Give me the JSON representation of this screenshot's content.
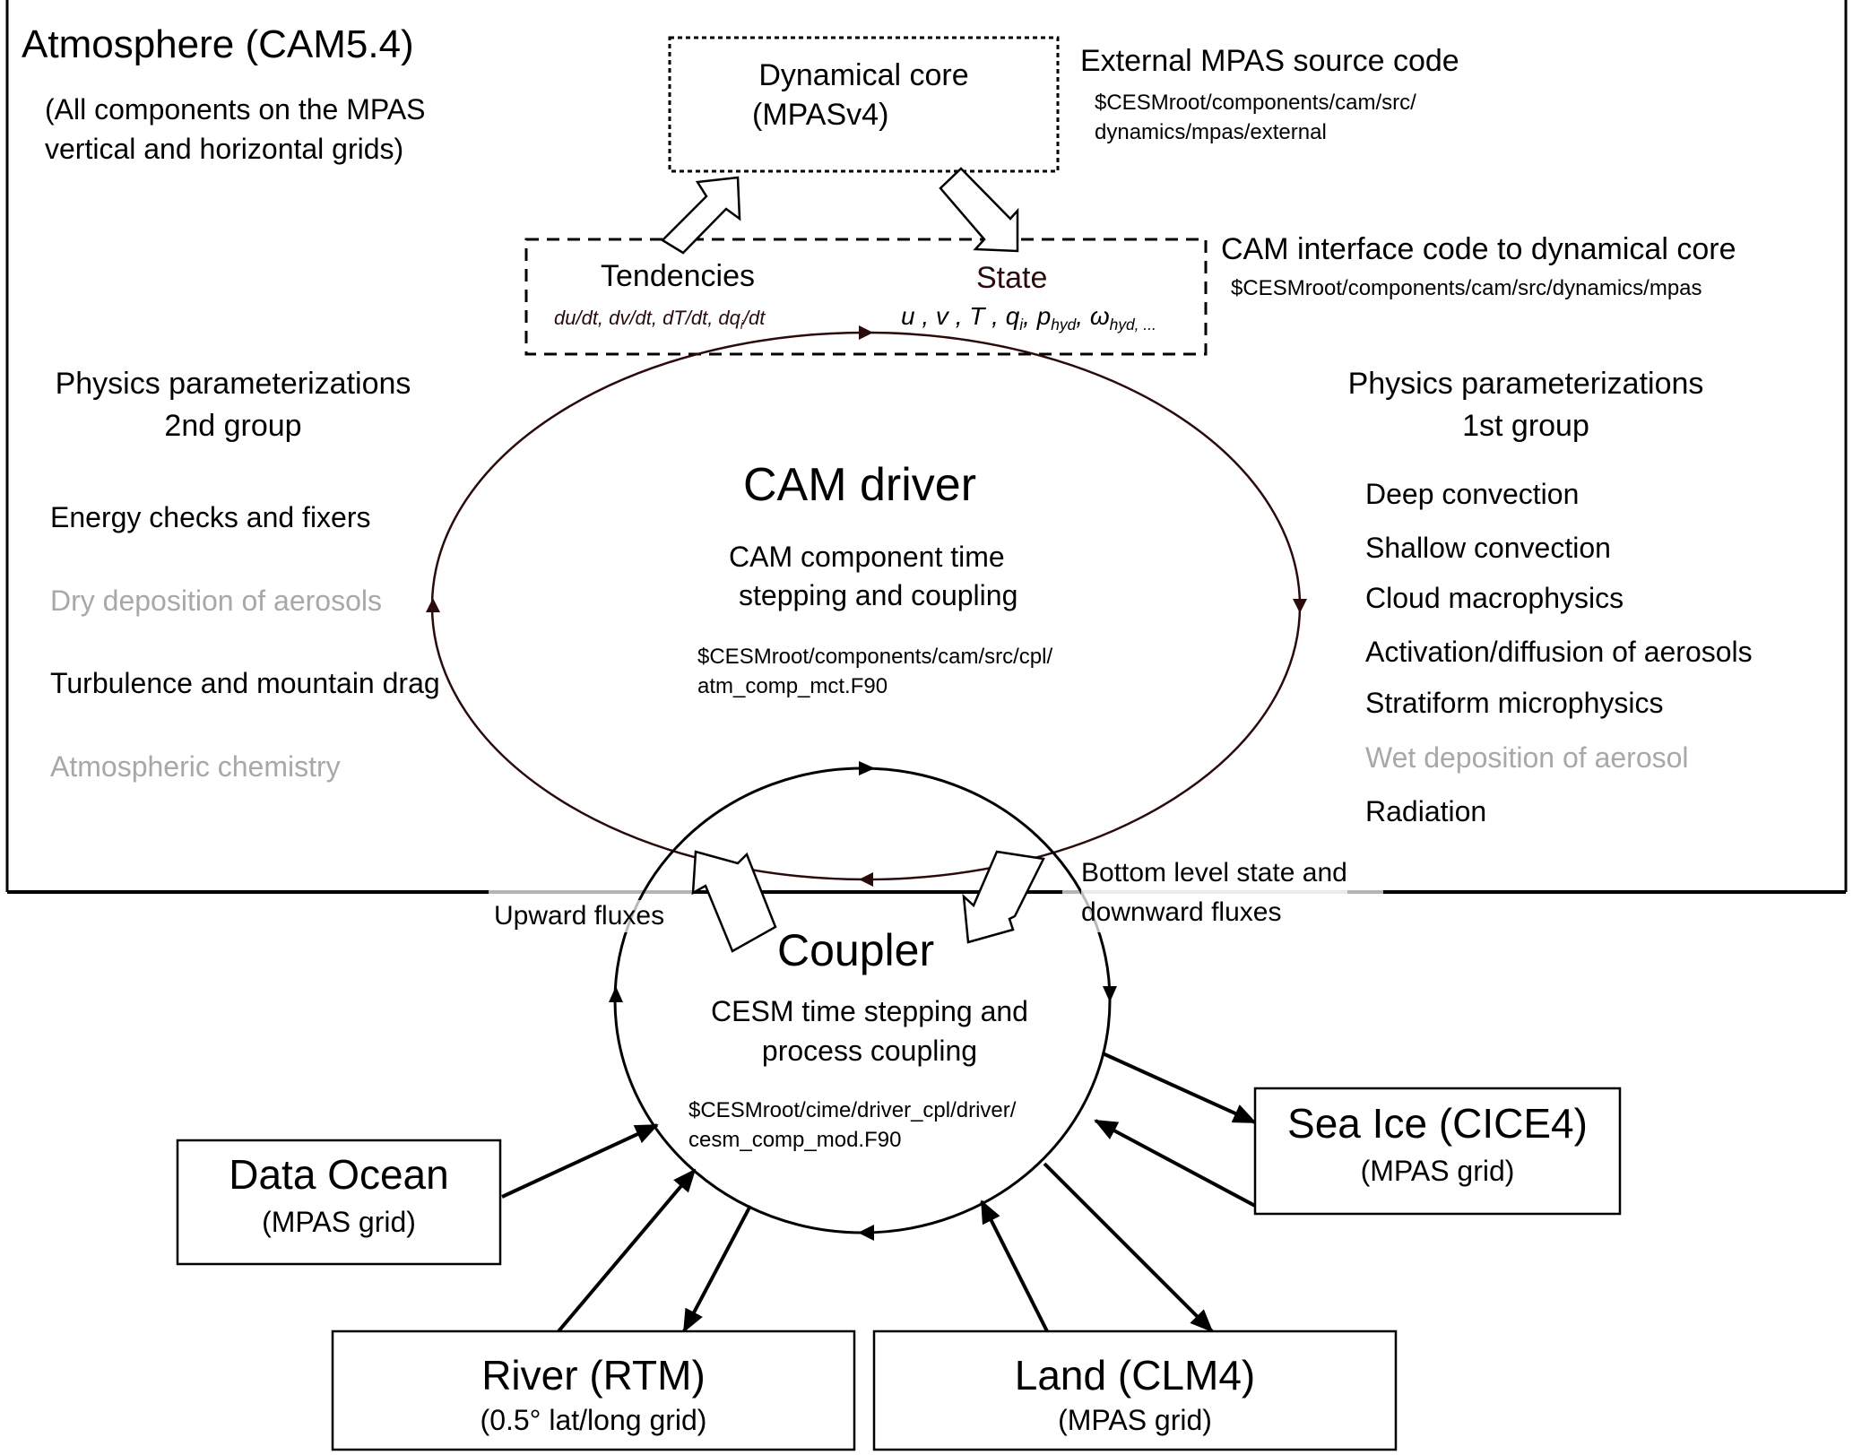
{
  "atmosphere": {
    "title": "Atmosphere (CAM5.4)",
    "subtitle_line1": "(All components on the MPAS",
    "subtitle_line2": "vertical and horizontal grids)"
  },
  "dynamical_core": {
    "line1": "Dynamical core",
    "line2": "(MPASv4)"
  },
  "external_source": {
    "title": "External MPAS source code",
    "path_line1": "$CESMroot/components/cam/src/",
    "path_line2": "dynamics/mpas/external"
  },
  "interface": {
    "title": "CAM interface code to dynamical core",
    "path": "$CESMroot/components/cam/src/dynamics/mpas",
    "tendencies_label": "Tendencies",
    "tendencies_vars": "du/dt, dv/dt, dT/dt, dq",
    "tendencies_sub": "i",
    "tendencies_tail": "/dt",
    "state_label": "State",
    "state_vars": [
      {
        "base": "u",
        "sub": ""
      },
      {
        "base": "v",
        "sub": ""
      },
      {
        "base": "T",
        "sub": ""
      },
      {
        "base": "q",
        "sub": "i"
      },
      {
        "base": "p",
        "sub": "hyd"
      },
      {
        "base": "ω",
        "sub": "hyd, ..."
      }
    ]
  },
  "physics_2nd": {
    "title_line1": "Physics parameterizations",
    "title_line2": "2nd group",
    "items": [
      {
        "label": "Energy checks and fixers",
        "active": true
      },
      {
        "label": "Dry deposition of aerosols",
        "active": false
      },
      {
        "label": "Turbulence and mountain drag",
        "active": true
      },
      {
        "label": "Atmospheric chemistry",
        "active": false
      }
    ]
  },
  "physics_1st": {
    "title_line1": "Physics parameterizations",
    "title_line2": "1st group",
    "items": [
      {
        "label": "Deep convection",
        "active": true
      },
      {
        "label": "Shallow convection",
        "active": true
      },
      {
        "label": "Cloud macrophysics",
        "active": true
      },
      {
        "label": "Activation/diffusion of aerosols",
        "active": true
      },
      {
        "label": "Stratiform microphysics",
        "active": true
      },
      {
        "label": "Wet deposition of aerosol",
        "active": false
      },
      {
        "label": "Radiation",
        "active": true
      }
    ]
  },
  "cam_driver": {
    "title": "CAM driver",
    "desc_line1": "CAM component time",
    "desc_line2": "stepping and coupling",
    "path_line1": "$CESMroot/components/cam/src/cpl/",
    "path_line2": "atm_comp_mct.F90"
  },
  "coupler": {
    "title": "Coupler",
    "desc_line1": "CESM time stepping and",
    "desc_line2": "process coupling",
    "path_line1": "$CESMroot/cime/driver_cpl/driver/",
    "path_line2": "cesm_comp_mod.F90"
  },
  "flux_labels": {
    "upward": "Upward fluxes",
    "downward_line1": "Bottom level state and",
    "downward_line2": "downward fluxes"
  },
  "components": {
    "data_ocean": {
      "name": "Data Ocean",
      "grid": "(MPAS grid)"
    },
    "sea_ice": {
      "name": "Sea Ice (CICE4)",
      "grid": "(MPAS grid)"
    },
    "river": {
      "name": "River (RTM)",
      "grid": "(0.5° lat/long grid)"
    },
    "land": {
      "name": "Land (CLM4)",
      "grid": "(MPAS grid)"
    }
  },
  "colors": {
    "ink": "#000000",
    "cycle_brown": "#2a0a0a",
    "inactive_gray": "#a8a8a8"
  }
}
